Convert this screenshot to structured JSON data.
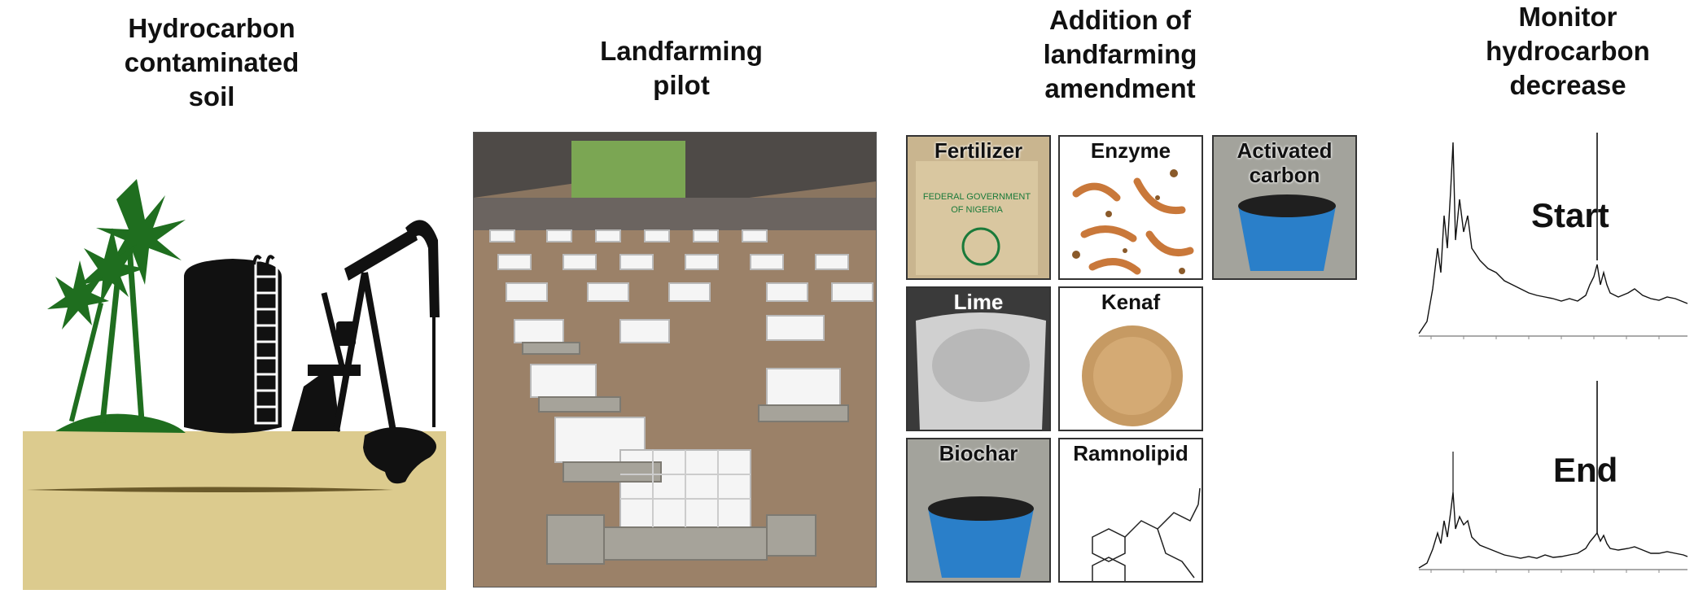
{
  "steps": [
    {
      "title_lines": [
        "Hydrocarbon",
        "contaminated",
        "soil"
      ]
    },
    {
      "title_lines": [
        "Landfarming",
        "pilot"
      ]
    },
    {
      "title_lines": [
        "Addition of",
        "landfarming",
        "amendment"
      ]
    },
    {
      "title_lines": [
        "Monitor",
        "hydrocarbon",
        "decrease"
      ]
    }
  ],
  "amendments": [
    {
      "label": "Fertilizer",
      "bag_text": [
        "FEDERAL GOVERNMENT",
        "OF NIGERIA"
      ]
    },
    {
      "label": "Enzyme"
    },
    {
      "label_lines": [
        "Activated",
        "carbon"
      ]
    },
    {
      "label": "Lime"
    },
    {
      "label": "Kenaf"
    },
    {
      "label": "Biochar"
    },
    {
      "label": "Ramnolipid"
    }
  ],
  "chromatograms": [
    {
      "label": "Start"
    },
    {
      "label": "End"
    }
  ],
  "colors": {
    "soil": "#dccb8e",
    "silhouette": "#111111",
    "tree": "#1f6e1f",
    "bucket": "#2a7fc9",
    "tank": "#f2f2f2"
  },
  "icons": [
    "palm-tree-icon",
    "storage-tank-icon",
    "pumpjack-icon",
    "oil-spill-icon"
  ]
}
